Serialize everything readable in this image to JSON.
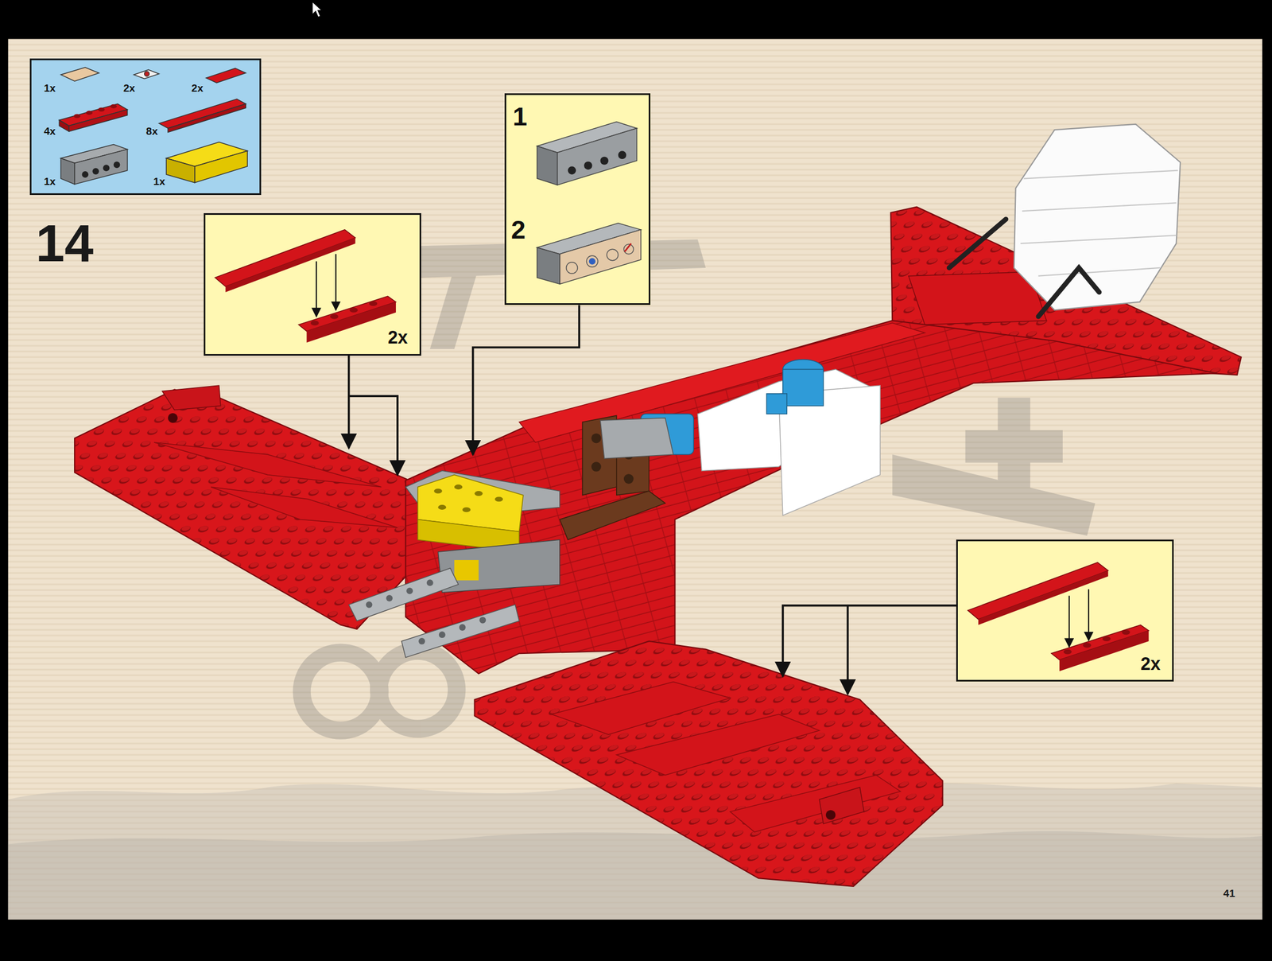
{
  "diagram": {
    "nodes": [
      {
        "text": [
          "1x",
          "2x",
          "2x",
          "4x",
          "8x",
          "1x",
          "1x"
        ]
      },
      {
        "text": [
          "2x"
        ]
      },
      {
        "text": [
          "1",
          "2"
        ]
      },
      {
        "text": [
          "2x"
        ]
      }
    ],
    "labels": [
      "14",
      "41"
    ]
  }
}
